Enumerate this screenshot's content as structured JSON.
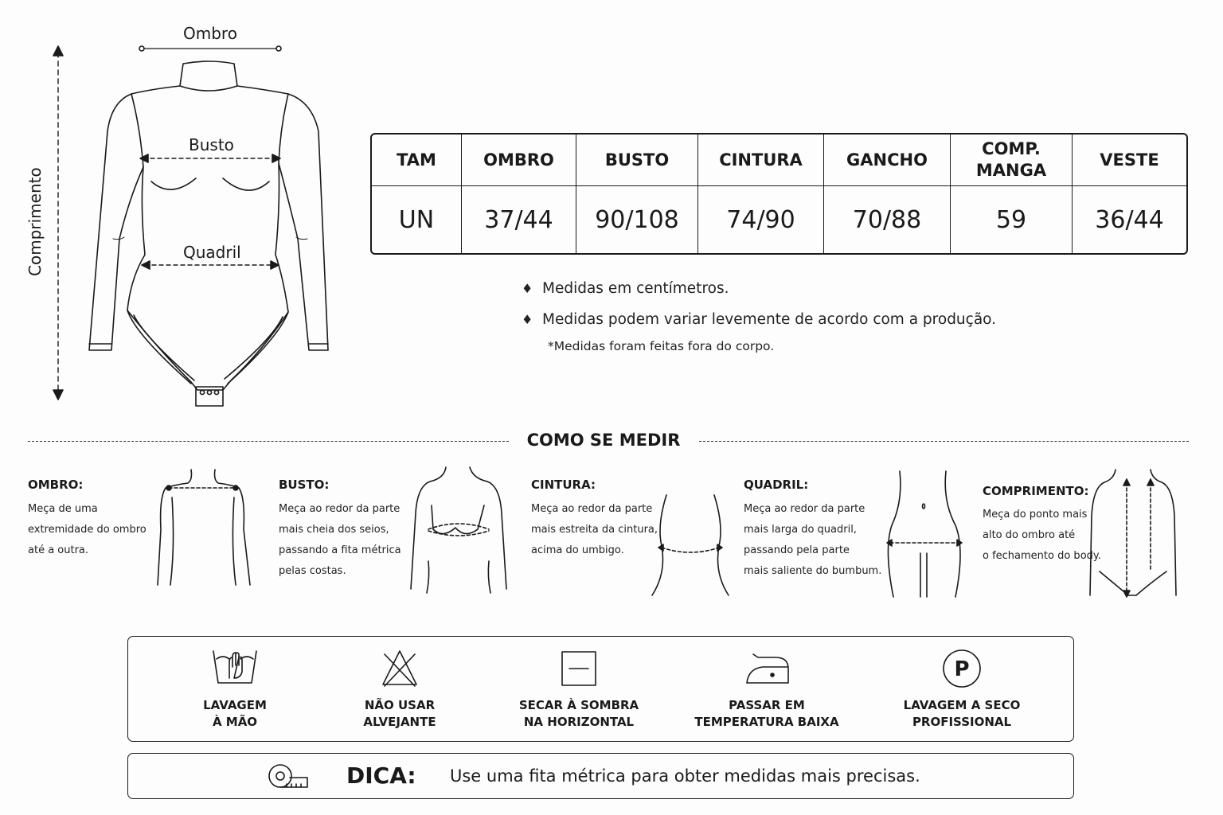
{
  "diagram": {
    "ombro_label": "Ombro",
    "busto_label": "Busto",
    "quadril_label": "Quadril",
    "comprimento_label": "Comprimento"
  },
  "size_table": {
    "headers": [
      "TAM",
      "OMBRO",
      "BUSTO",
      "CINTURA",
      "GANCHO",
      "COMP.\nMANGA",
      "VESTE"
    ],
    "row": [
      "UN",
      "37/44",
      "90/108",
      "74/90",
      "70/88",
      "59",
      "36/44"
    ]
  },
  "notes": {
    "items": [
      "Medidas em centímetros.",
      "Medidas podem variar levemente de acordo com a produção."
    ],
    "footnote": "*Medidas foram feitas fora do corpo."
  },
  "how_to_measure": {
    "title": "COMO SE MEDIR",
    "steps": [
      {
        "title": "OMBRO:",
        "lines": [
          "Meça de uma",
          "extremidade do ombro",
          "até a outra."
        ]
      },
      {
        "title": "BUSTO:",
        "lines": [
          "Meça ao redor da parte",
          "mais cheia dos seios,",
          "passando a fita métrica",
          "pelas costas."
        ]
      },
      {
        "title": "CINTURA:",
        "lines": [
          "Meça ao redor da parte",
          "mais estreita da cintura,",
          "acima do umbigo."
        ]
      },
      {
        "title": "QUADRIL:",
        "lines": [
          "Meça ao redor da parte",
          "mais larga do quadril,",
          "passando pela parte",
          "mais saliente do bumbum."
        ]
      },
      {
        "title": "COMPRIMENTO:",
        "lines": [
          "Meça do ponto mais",
          "alto do ombro até",
          "o fechamento do body."
        ]
      }
    ]
  },
  "care": [
    {
      "icon": "hand-wash-icon",
      "label": "LAVAGEM\nÀ MÃO"
    },
    {
      "icon": "no-bleach-icon",
      "label": "NÃO USAR\nALVEJANTE"
    },
    {
      "icon": "dry-flat-shade-icon",
      "label": "SECAR À SOMBRA\nNA HORIZONTAL"
    },
    {
      "icon": "iron-low-icon",
      "label": "PASSAR EM\nTEMPERATURA BAIXA"
    },
    {
      "icon": "dry-clean-icon",
      "label": "LAVAGEM A SECO\nPROFISSIONAL"
    }
  ],
  "tip": {
    "title": "DICA:",
    "text": "Use uma fita métrica para obter medidas mais precisas."
  }
}
